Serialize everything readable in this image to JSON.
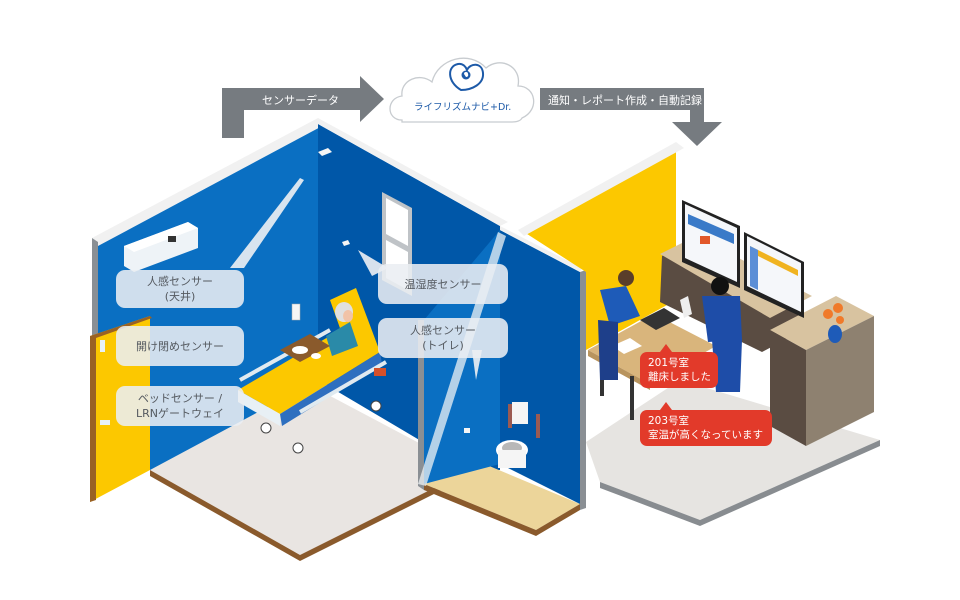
{
  "cloud": {
    "service_name": "ライフリズムナビ+Dr.",
    "icon": "heart-cloud-logo-icon"
  },
  "flow_arrows": [
    {
      "label": "センサーデータ",
      "direction": "right",
      "icon": "arrow-right-icon"
    },
    {
      "label": "通知・レポート作成・自動記録",
      "direction": "down",
      "icon": "arrow-down-icon"
    }
  ],
  "sensor_labels": [
    {
      "line1": "人感センサー",
      "line2": "(天井)"
    },
    {
      "line1": "開け閉めセンサー",
      "line2": ""
    },
    {
      "line1": "ベッドセンサー /",
      "line2": "LRNゲートウェイ"
    },
    {
      "line1": "温湿度センサー",
      "line2": ""
    },
    {
      "line1": "人感センサー",
      "line2": "(トイレ)"
    }
  ],
  "alerts": [
    {
      "room": "201号室",
      "message": "離床しました"
    },
    {
      "room": "203号室",
      "message": "室温が高くなっています"
    }
  ],
  "colors": {
    "wall_blue": "#0a6fc2",
    "wall_blue_dark": "#0055a8",
    "wall_yellow": "#fcc800",
    "arrow_gray": "#767b80",
    "alert_red": "#e23a2a",
    "floor_gray": "#e8e4e1",
    "toilet_floor": "#ecd59a",
    "counter_beige": "#d8c3a0"
  }
}
